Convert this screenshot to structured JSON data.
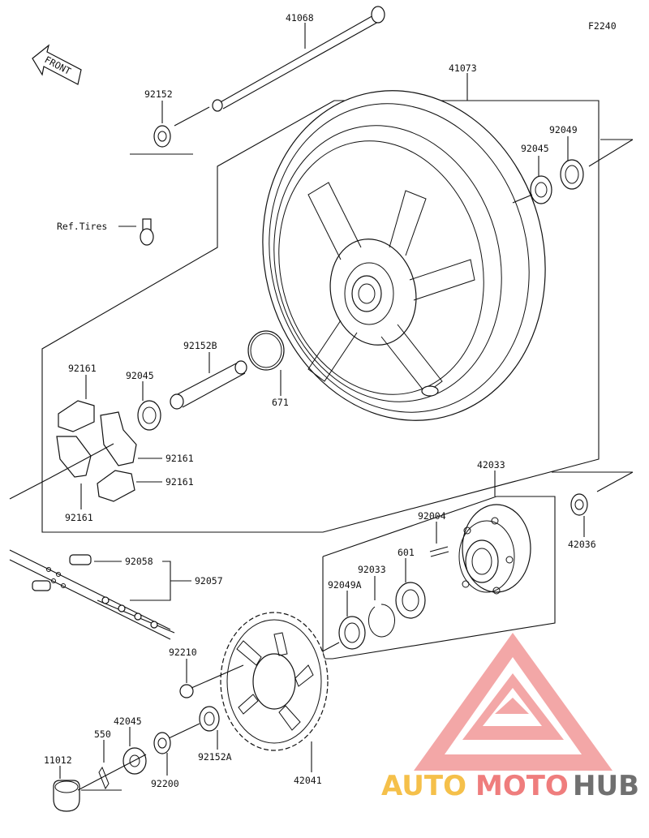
{
  "figure_code": "F2240",
  "front_label": "FRONT",
  "ref_tires_label": "Ref.Tires",
  "parts": {
    "p41068": "41068",
    "p41073": "41073",
    "p92152": "92152",
    "p92049_top": "92049",
    "p92045_top": "92045",
    "p92152B": "92152B",
    "p92161_a": "92161",
    "p92045_left": "92045",
    "p671": "671",
    "p92161_b": "92161",
    "p92161_c": "92161",
    "p92161_d": "92161",
    "p42033": "42033",
    "p92004": "92004",
    "p42036": "42036",
    "p601": "601",
    "p92033": "92033",
    "p92049A": "92049A",
    "p92058": "92058",
    "p92057": "92057",
    "p92210": "92210",
    "p42045": "42045",
    "p550": "550",
    "p11012": "11012",
    "p92200": "92200",
    "p92152A": "92152A",
    "p42041": "42041"
  },
  "watermark": {
    "part1": "AUTO",
    "part2": "MOTO",
    "part3": "HUB",
    "color_light": "#f5c04a",
    "color_main": "#ef7d7d",
    "color_dark": "#707070"
  }
}
